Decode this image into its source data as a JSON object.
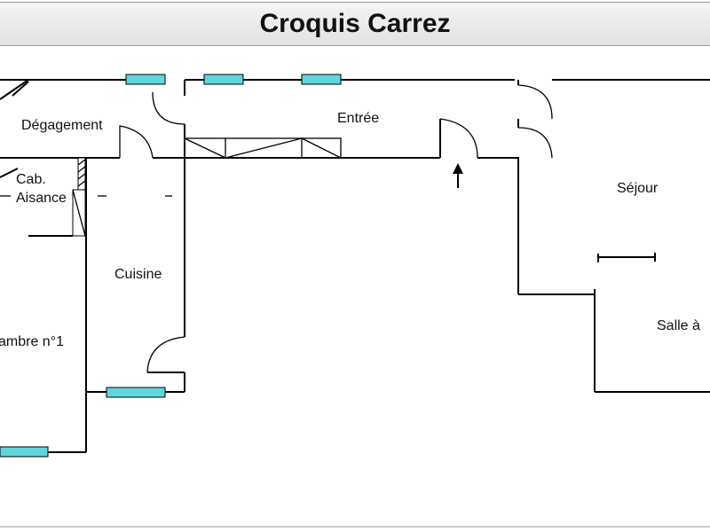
{
  "title": "Croquis Carrez",
  "rooms": {
    "degagement": "Dégagement",
    "entree": "Entrée",
    "cab": "Cab.",
    "aisance": "Aisance",
    "cuisine": "Cuisine",
    "sejour": "Séjour",
    "chambre": "ambre n°1",
    "salle": "Salle à"
  },
  "colors": {
    "window": "#5fd6dc",
    "wall": "#000000",
    "title_bg": "#e8e8e8"
  }
}
